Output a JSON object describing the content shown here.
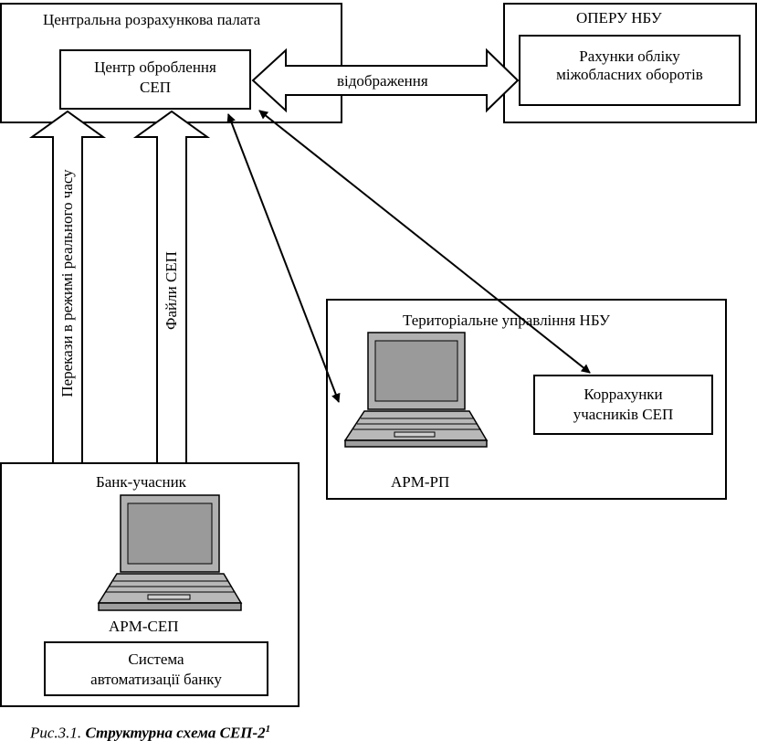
{
  "central": {
    "title": "Центральна розрахункова палата",
    "center_box": {
      "line1": "Центр оброблення",
      "line2": "СЕП"
    }
  },
  "operu": {
    "title": "ОПЕРУ НБУ",
    "accounts_box": {
      "line1": "Рахунки обліку",
      "line2": "міжобласних оборотів"
    }
  },
  "arrows": {
    "display": "відображення",
    "realtime": "Перекази в режимі реального часу",
    "files": "Файли СЕП"
  },
  "territorial": {
    "title": "Територіальне управління НБУ",
    "accounts_box": {
      "line1": "Коррахунки",
      "line2": "учасників СЕП"
    },
    "computer_label": "АРМ-РП"
  },
  "bank": {
    "title": "Банк-учасник",
    "computer_label": "АРМ-СЕП",
    "system_box": {
      "line1": "Система",
      "line2": "автоматизації банку"
    }
  },
  "caption": {
    "prefix": "Рис.3.1.",
    "text": "Структурна схема СЕП-2",
    "footnote": "1"
  }
}
